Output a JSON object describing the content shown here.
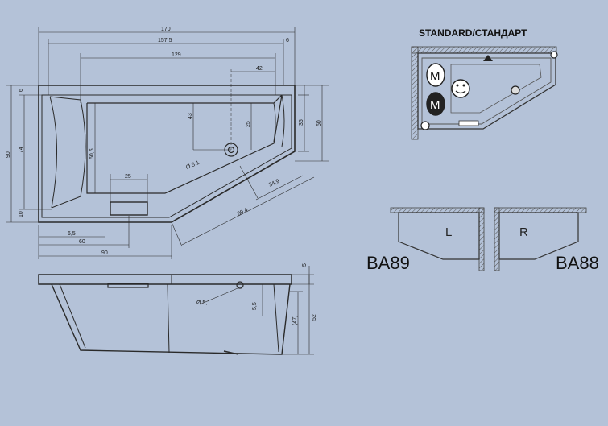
{
  "top_view": {
    "dims": {
      "overall_length": "170",
      "length_157": "157,5",
      "length_6": "6",
      "length_129": "129",
      "offset_42": "42",
      "width_90": "90",
      "width_74": "74",
      "width_6_top": "6",
      "width_10": "10",
      "depth_43": "43",
      "depth_25_drain": "25",
      "inner_60_5": "60,5",
      "width_35": "35",
      "width_50": "50",
      "drain_diameter": "Ø 5,1",
      "len_25": "25",
      "len_34_9": "34,9",
      "len_89_4": "89,4",
      "len_6_5": "6,5",
      "len_60": "60",
      "len_90": "90"
    }
  },
  "side_view": {
    "dims": {
      "rim_5": "5",
      "drain_diameter": "Ø 5,1",
      "drain_5_5": "5,5",
      "depth_47": "(47)",
      "height_52": "52"
    }
  },
  "installation": {
    "title": "STANDARD/СТАНДАРТ",
    "motor_label": "M"
  },
  "variants": {
    "left_letter": "L",
    "right_letter": "R",
    "left_model": "BA89",
    "right_model": "BA88"
  }
}
